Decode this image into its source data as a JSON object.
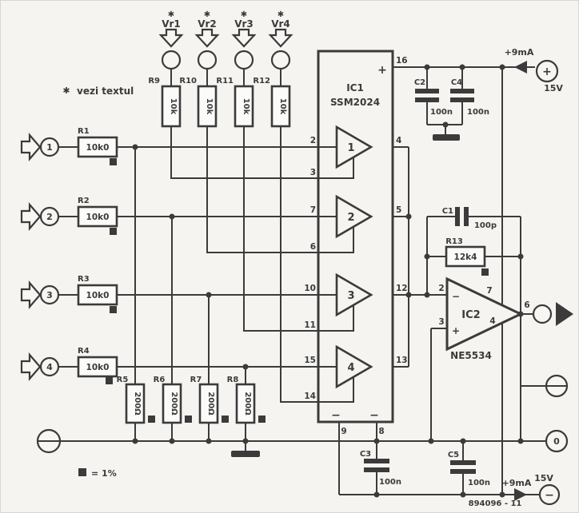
{
  "note": {
    "marker": "✱",
    "text": "vezi textul"
  },
  "legend": {
    "square_label": "= 1%"
  },
  "doc_number": "894096 - 11",
  "colors": {
    "ink": "#3b3b3b",
    "background": "#f5f4f1"
  },
  "inputs": [
    {
      "number": "1",
      "r_name": "R1",
      "r_value": "10k0"
    },
    {
      "number": "2",
      "r_name": "R2",
      "r_value": "10k0"
    },
    {
      "number": "3",
      "r_name": "R3",
      "r_value": "10k0"
    },
    {
      "number": "4",
      "r_name": "R4",
      "r_value": "10k0"
    }
  ],
  "shunts": [
    {
      "name": "R5",
      "value": "200Ω"
    },
    {
      "name": "R6",
      "value": "200Ω"
    },
    {
      "name": "R7",
      "value": "200Ω"
    },
    {
      "name": "R8",
      "value": "200Ω"
    }
  ],
  "controls": [
    {
      "marker": "✱",
      "label": "Vr1",
      "r_name": "R9",
      "r_value": "10k"
    },
    {
      "marker": "✱",
      "label": "Vr2",
      "r_name": "R10",
      "r_value": "10k"
    },
    {
      "marker": "✱",
      "label": "Vr3",
      "r_name": "R11",
      "r_value": "10k"
    },
    {
      "marker": "✱",
      "label": "Vr4",
      "r_name": "R12",
      "r_value": "10k"
    }
  ],
  "ic1": {
    "name": "IC1",
    "part": "SSM2024",
    "plus": "+",
    "minus_a": "−",
    "minus_b": "−",
    "pin_vcc": "16",
    "pin_vee": "9",
    "pin_gnd": "8",
    "amps": [
      {
        "number": "1",
        "pin_in": "2",
        "pin_fb": "3",
        "pin_out": "4"
      },
      {
        "number": "2",
        "pin_in": "7",
        "pin_fb": "6",
        "pin_out": "5"
      },
      {
        "number": "3",
        "pin_in": "10",
        "pin_fb": "11",
        "pin_out": "12"
      },
      {
        "number": "4",
        "pin_in": "15",
        "pin_fb": "14",
        "pin_out": "13"
      }
    ]
  },
  "ic2": {
    "name": "IC2",
    "part": "NE5534",
    "minus": "−",
    "plus": "+",
    "pin_inv": "2",
    "pin_non": "3",
    "pin_vcc": "7",
    "pin_vee": "4",
    "pin_out": "6"
  },
  "feedback": {
    "c_name": "C1",
    "c_value": "100p",
    "r_name": "R13",
    "r_value": "12k4"
  },
  "caps": {
    "c2": {
      "name": "C2",
      "value": "100n"
    },
    "c4": {
      "name": "C4",
      "value": "100n"
    },
    "c3": {
      "name": "C3",
      "value": "100n"
    },
    "c5": {
      "name": "C5",
      "value": "100n"
    }
  },
  "power": {
    "pos": {
      "current": "+9mA",
      "voltage": "15V",
      "sign": "+"
    },
    "neg": {
      "current": "+9mA",
      "voltage": "15V",
      "sign": "−"
    },
    "zero": "0"
  }
}
